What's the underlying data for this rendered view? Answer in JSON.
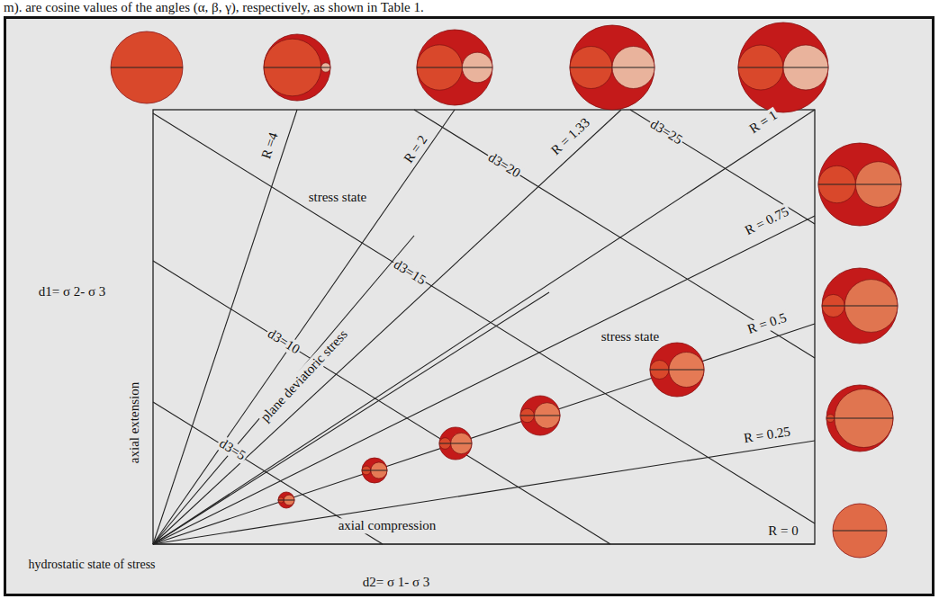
{
  "diagram": {
    "labels": [
      "m). are cosine values of the angles (α, β, γ), respectively, as shown in Table 1.",
      "R =4",
      "R = 2",
      "R = 1.33",
      "R = 1",
      "d3=20",
      "d3=25",
      "stress state",
      "d3=15",
      "R = 0.75",
      "d3=10",
      "stress state",
      "R = 0.5",
      "d1= σ 2- σ 3",
      "plane deviatoric stress",
      "axial extension",
      "d3=5",
      "R = 0.25",
      "axial compression",
      "R = 0",
      "hydrostatic state of stress",
      "d2= σ 1- σ 3"
    ]
  }
}
